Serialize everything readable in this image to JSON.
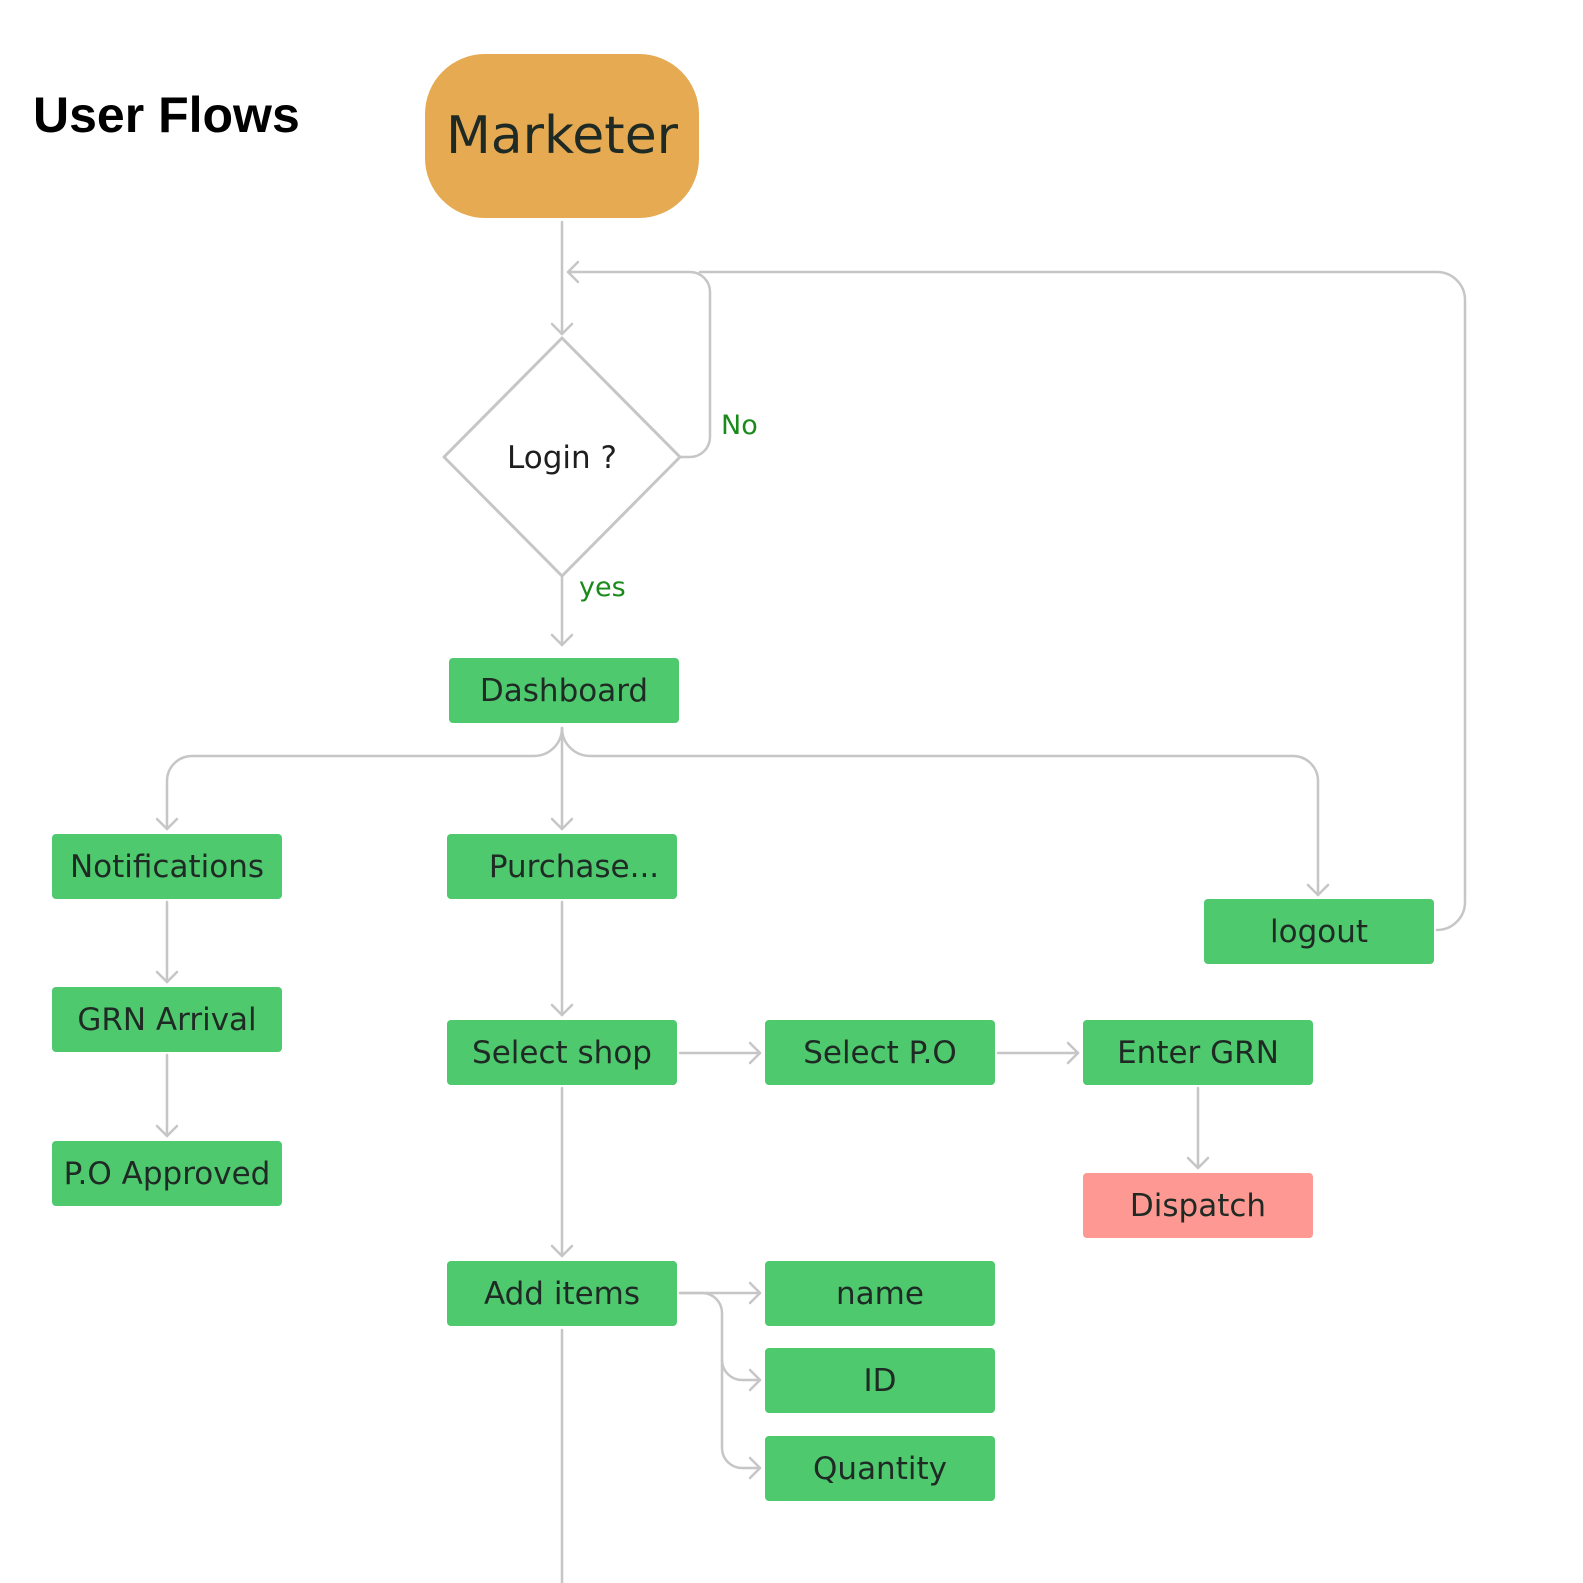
{
  "title": "User Flows",
  "colors": {
    "start": "#e5aa52",
    "process": "#4ec96e",
    "end": "#fd9992",
    "connector": "#c6c6c6",
    "edge_label": "#1a8a1a"
  },
  "diagram": {
    "start": "Marketer",
    "decision": "Login ?",
    "edge_no": "No",
    "edge_yes": "yes",
    "nodes": {
      "dashboard": "Dashboard",
      "notifications": "Notifications",
      "grn_arrival": "GRN Arrival",
      "po_approved": "P.O Approved",
      "purchase": "Purchase...",
      "logout": "logout",
      "select_shop": "Select shop",
      "select_po": "Select P.O",
      "enter_grn": "Enter GRN",
      "dispatch": "Dispatch",
      "add_items": "Add items",
      "name": "name",
      "id": "ID",
      "quantity": "Quantity"
    }
  }
}
